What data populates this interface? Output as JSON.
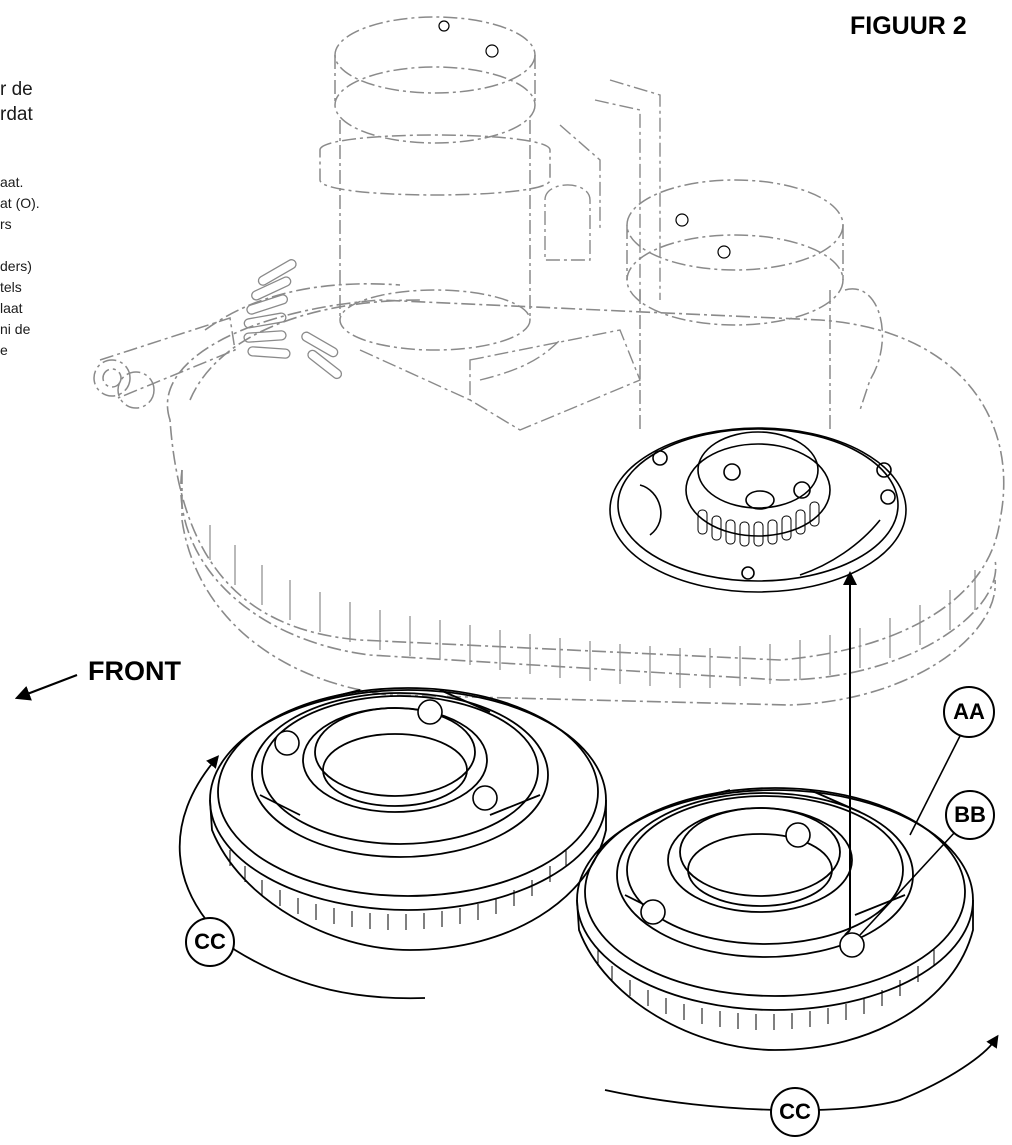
{
  "figure_title": "FIGUUR 2",
  "front_label": "FRONT",
  "text_fragments_large": [
    "r de",
    "rdat"
  ],
  "text_fragments_small": [
    "aat.",
    "at (O).",
    "rs",
    "",
    "ders)",
    "tels",
    "laat",
    "ni de",
    "e"
  ],
  "callouts": {
    "aa": "AA",
    "bb": "BB",
    "cc_left": "CC",
    "cc_right": "CC"
  },
  "colors": {
    "line": "#000000",
    "ghost": "#8a8a8a",
    "background": "#ffffff"
  }
}
